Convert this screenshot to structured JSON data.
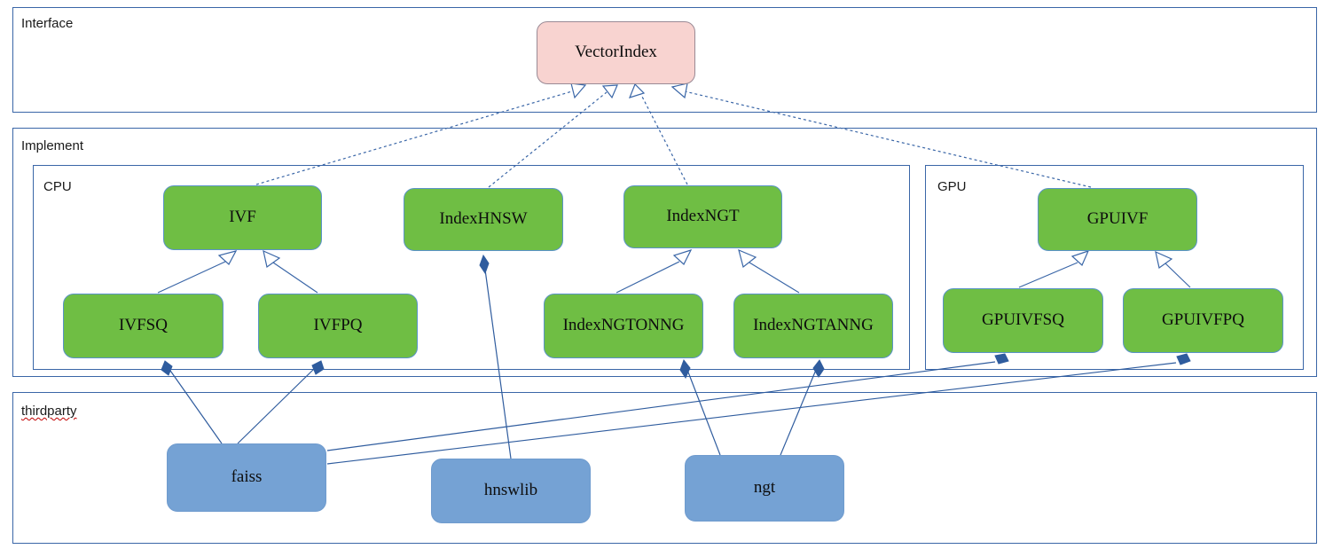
{
  "diagram": {
    "type": "uml-class-hierarchy",
    "title": "",
    "colors": {
      "interface_fill": "#F8D3D0",
      "implement_fill": "#6FBE44",
      "thirdparty_fill": "#75A2D4",
      "border": "#3A66A7",
      "edge": "#2F5C9E"
    },
    "groups": [
      {
        "id": "interface",
        "label": "Interface",
        "spellcheck_error": false
      },
      {
        "id": "implement",
        "label": "Implement",
        "spellcheck_error": false
      },
      {
        "id": "cpu",
        "label": "CPU",
        "spellcheck_error": false
      },
      {
        "id": "gpu",
        "label": "GPU",
        "spellcheck_error": false
      },
      {
        "id": "thirdparty",
        "label": "thirdparty",
        "spellcheck_error": true
      }
    ],
    "nodes": [
      {
        "id": "vectorindex",
        "label": "VectorIndex",
        "group": "interface",
        "kind": "interface"
      },
      {
        "id": "ivf",
        "label": "IVF",
        "group": "cpu",
        "kind": "implement"
      },
      {
        "id": "indexhnsw",
        "label": "IndexHNSW",
        "group": "cpu",
        "kind": "implement"
      },
      {
        "id": "indexngt",
        "label": "IndexNGT",
        "group": "cpu",
        "kind": "implement"
      },
      {
        "id": "ivfsq",
        "label": "IVFSQ",
        "group": "cpu",
        "kind": "implement"
      },
      {
        "id": "ivfpq",
        "label": "IVFPQ",
        "group": "cpu",
        "kind": "implement"
      },
      {
        "id": "indexngtonng",
        "label": "IndexNGTONNG",
        "group": "cpu",
        "kind": "implement"
      },
      {
        "id": "indexngtanng",
        "label": "IndexNGTANNG",
        "group": "cpu",
        "kind": "implement"
      },
      {
        "id": "gpuivf",
        "label": "GPUIVF",
        "group": "gpu",
        "kind": "implement"
      },
      {
        "id": "gpuivfsq",
        "label": "GPUIVFSQ",
        "group": "gpu",
        "kind": "implement"
      },
      {
        "id": "gpuivfpq",
        "label": "GPUIVFPQ",
        "group": "gpu",
        "kind": "implement"
      },
      {
        "id": "faiss",
        "label": "faiss",
        "group": "thirdparty",
        "kind": "thirdparty"
      },
      {
        "id": "hnswlib",
        "label": "hnswlib",
        "group": "thirdparty",
        "kind": "thirdparty"
      },
      {
        "id": "ngt",
        "label": "ngt",
        "group": "thirdparty",
        "kind": "thirdparty"
      }
    ],
    "edges": [
      {
        "from": "ivf",
        "to": "vectorindex",
        "relation": "realization"
      },
      {
        "from": "indexhnsw",
        "to": "vectorindex",
        "relation": "realization"
      },
      {
        "from": "indexngt",
        "to": "vectorindex",
        "relation": "realization"
      },
      {
        "from": "gpuivf",
        "to": "vectorindex",
        "relation": "realization"
      },
      {
        "from": "ivfsq",
        "to": "ivf",
        "relation": "generalization"
      },
      {
        "from": "ivfpq",
        "to": "ivf",
        "relation": "generalization"
      },
      {
        "from": "indexngtonng",
        "to": "indexngt",
        "relation": "generalization"
      },
      {
        "from": "indexngtanng",
        "to": "indexngt",
        "relation": "generalization"
      },
      {
        "from": "gpuivfsq",
        "to": "gpuivf",
        "relation": "generalization"
      },
      {
        "from": "gpuivfpq",
        "to": "gpuivf",
        "relation": "generalization"
      },
      {
        "from": "faiss",
        "to": "ivfsq",
        "relation": "composition"
      },
      {
        "from": "faiss",
        "to": "ivfpq",
        "relation": "composition"
      },
      {
        "from": "faiss",
        "to": "gpuivfsq",
        "relation": "composition"
      },
      {
        "from": "faiss",
        "to": "gpuivfpq",
        "relation": "composition"
      },
      {
        "from": "hnswlib",
        "to": "indexhnsw",
        "relation": "composition"
      },
      {
        "from": "ngt",
        "to": "indexngtonng",
        "relation": "composition"
      },
      {
        "from": "ngt",
        "to": "indexngtanng",
        "relation": "composition"
      }
    ]
  }
}
